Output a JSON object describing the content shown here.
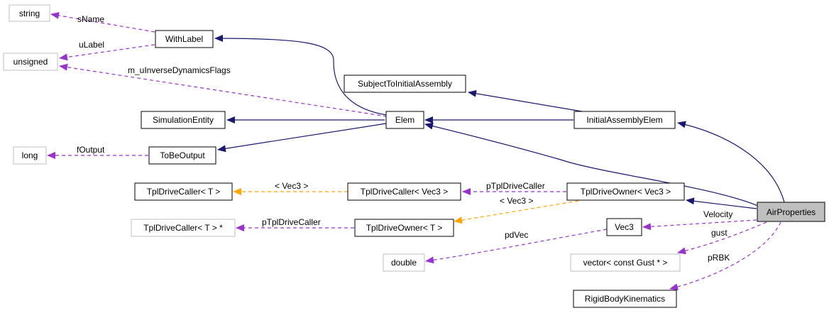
{
  "colors": {
    "inheritance": "#191970",
    "usage": "#9a32cd",
    "template": "#ffa500",
    "solid_border": "#000000",
    "gray_border": "#bfbfbf",
    "highlight_fill": "#bfbfbf"
  },
  "nodes": {
    "string": {
      "label": "string",
      "style": "external"
    },
    "unsigned": {
      "label": "unsigned",
      "style": "external"
    },
    "long": {
      "label": "long",
      "style": "external"
    },
    "withlabel": {
      "label": "WithLabel",
      "style": "class"
    },
    "subject": {
      "label": "SubjectToInitialAssembly",
      "style": "class"
    },
    "simentity": {
      "label": "SimulationEntity",
      "style": "class"
    },
    "elem": {
      "label": "Elem",
      "style": "class"
    },
    "initassembly": {
      "label": "InitialAssemblyElem",
      "style": "class"
    },
    "tobeoutput": {
      "label": "ToBeOutput",
      "style": "class"
    },
    "tdc_t": {
      "label": "TplDriveCaller< T >",
      "style": "class"
    },
    "tdc_vec3": {
      "label": "TplDriveCaller< Vec3 >",
      "style": "class"
    },
    "tdo_vec3": {
      "label": "TplDriveOwner< Vec3 >",
      "style": "class"
    },
    "airprops": {
      "label": "AirProperties",
      "style": "focus"
    },
    "tdc_tptr": {
      "label": "TplDriveCaller< T > *",
      "style": "external"
    },
    "tdo_t": {
      "label": "TplDriveOwner< T >",
      "style": "class"
    },
    "vec3": {
      "label": "Vec3",
      "style": "class"
    },
    "double": {
      "label": "double",
      "style": "external"
    },
    "vector_gust": {
      "label": "vector< const Gust * >",
      "style": "external"
    },
    "rbk": {
      "label": "RigidBodyKinematics",
      "style": "class"
    }
  },
  "edge_labels": {
    "sName": "sName",
    "uLabel": "uLabel",
    "flags": "m_uInverseDynamicsFlags",
    "fOutput": "fOutput",
    "vec3_template": "< Vec3 >",
    "ptpl1": "pTplDriveCaller",
    "vec3_template2": "< Vec3 >",
    "ptpl2": "pTplDriveCaller",
    "pdVec": "pdVec",
    "velocity": "Velocity",
    "gust": "gust",
    "prbk": "pRBK"
  }
}
